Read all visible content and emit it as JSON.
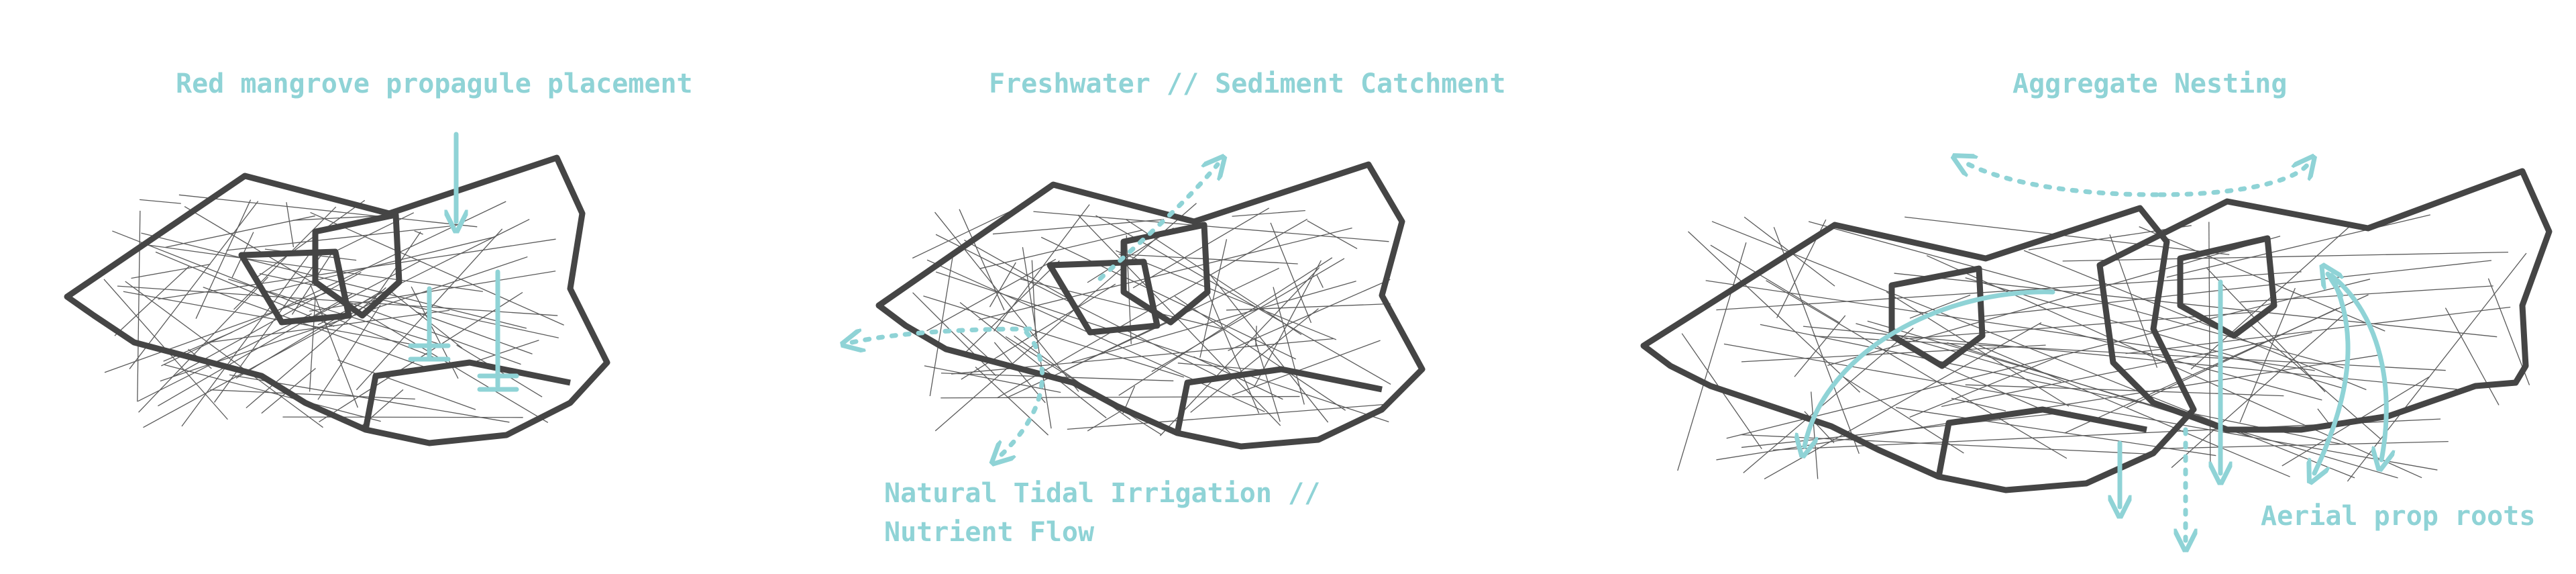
{
  "accent_color": "#8fd3d6",
  "line_color": "#454545",
  "panels": [
    {
      "title": "Red mangrove propagule placement",
      "icons": [
        "mesh-module-drawing",
        "propagule-arrow-icon"
      ]
    },
    {
      "title": "Freshwater // Sediment Catchment",
      "secondary_label_line1": "Natural Tidal Irrigation //",
      "secondary_label_line2": "Nutrient Flow",
      "icons": [
        "mesh-module-drawing",
        "dashed-flow-arrow-icon"
      ]
    },
    {
      "title": "Aggregate Nesting",
      "secondary_label": "Aerial prop roots",
      "icons": [
        "aggregated-mesh-drawing",
        "root-arrow-icon"
      ]
    }
  ]
}
